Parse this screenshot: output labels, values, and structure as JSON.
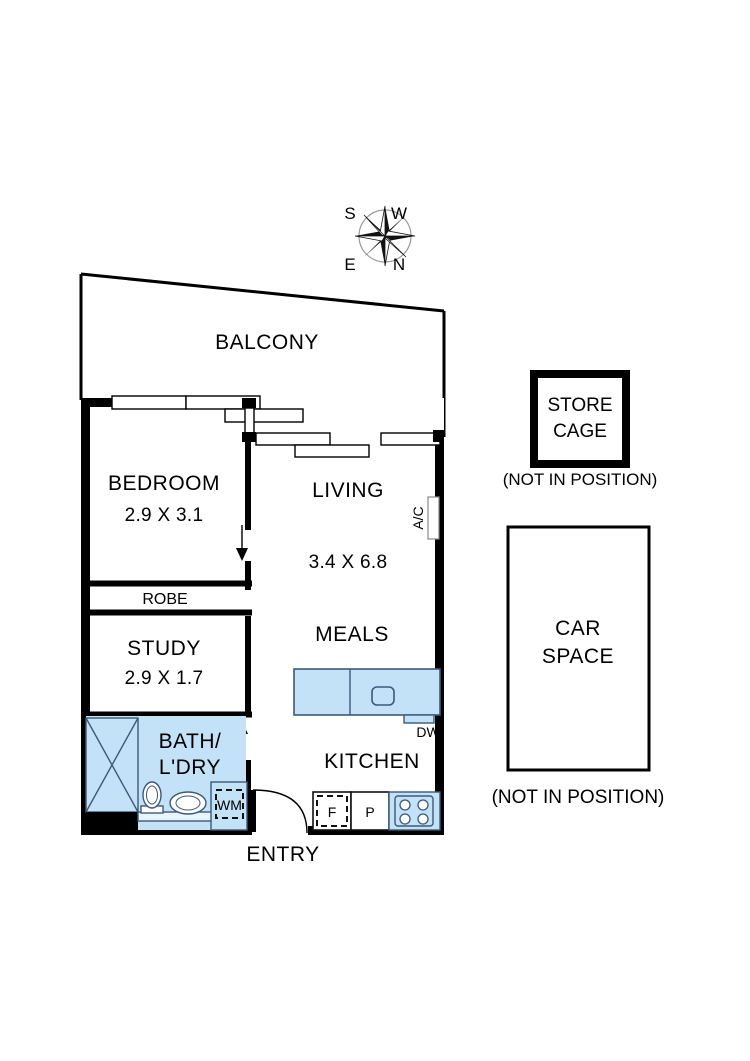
{
  "document": {
    "type": "real-estate-floor-plan",
    "background_color": "#ffffff",
    "wet_area_color": "#c3e2f7",
    "wall_color": "#000000"
  },
  "compass": {
    "name": "compass-rose",
    "labels": {
      "top_left": "S",
      "top_right": "W",
      "bottom_left": "E",
      "bottom_right": "N"
    }
  },
  "rooms": {
    "balcony": {
      "label": "BALCONY",
      "dimensions": ""
    },
    "bedroom": {
      "label": "BEDROOM",
      "dimensions": "2.9 X 3.1"
    },
    "robe": {
      "label": "ROBE",
      "dimensions": ""
    },
    "study": {
      "label": "STUDY",
      "dimensions": "2.9 X 1.7"
    },
    "bath_laundry": {
      "label_line1": "BATH/",
      "label_line2": "L'DRY"
    },
    "living": {
      "label": "LIVING",
      "dimensions": "3.4 X 6.8"
    },
    "meals": {
      "label": "MEALS"
    },
    "kitchen": {
      "label": "KITCHEN"
    },
    "entry": {
      "label": "ENTRY"
    }
  },
  "fixtures": {
    "air_conditioner": "A/C",
    "dishwasher": "DW",
    "washing_machine": "WM",
    "fridge": "F",
    "pantry": "P"
  },
  "extras": {
    "store_cage": {
      "label_line1": "STORE",
      "label_line2": "CAGE",
      "note": "(NOT IN POSITION)"
    },
    "car_space": {
      "label_line1": "CAR",
      "label_line2": "SPACE",
      "note": "(NOT IN POSITION)"
    }
  }
}
